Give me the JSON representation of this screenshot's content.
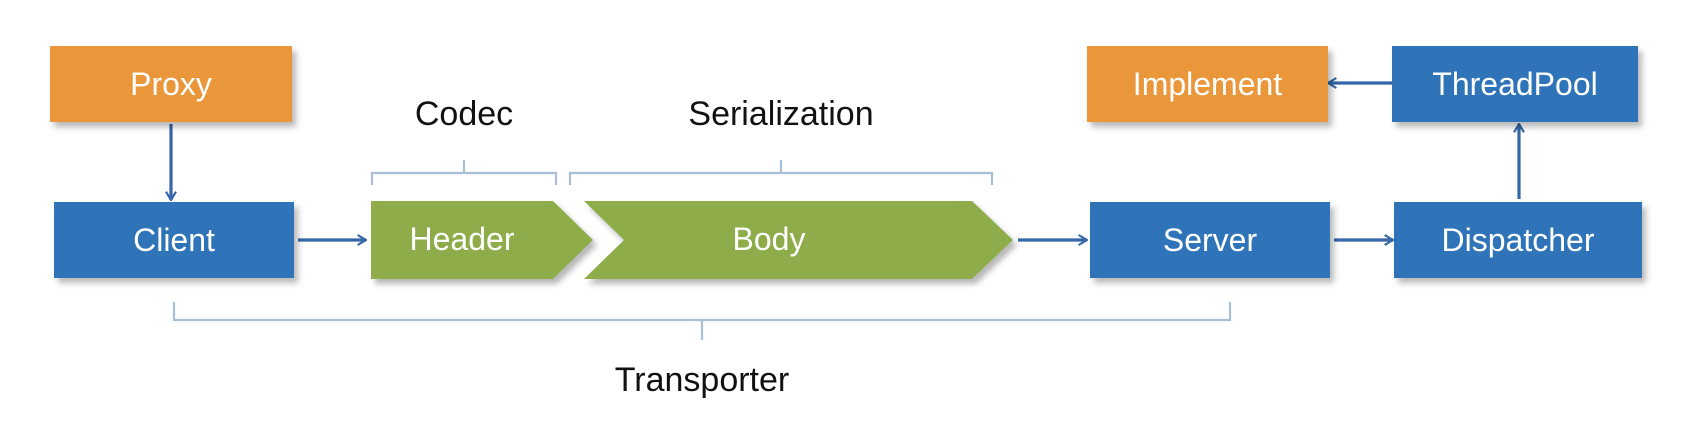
{
  "colors": {
    "blue": "#2f74b8",
    "orange": "#e9973a",
    "green": "#8fac4c",
    "arrow": "#3466a8",
    "bracket": "#a9bfd9"
  },
  "nodes": {
    "proxy": "Proxy",
    "client": "Client",
    "header": "Header",
    "body": "Body",
    "server": "Server",
    "dispatcher": "Dispatcher",
    "threadpool": "ThreadPool",
    "implement": "Implement"
  },
  "groups": {
    "codec": "Codec",
    "serialization": "Serialization",
    "transporter": "Transporter"
  }
}
